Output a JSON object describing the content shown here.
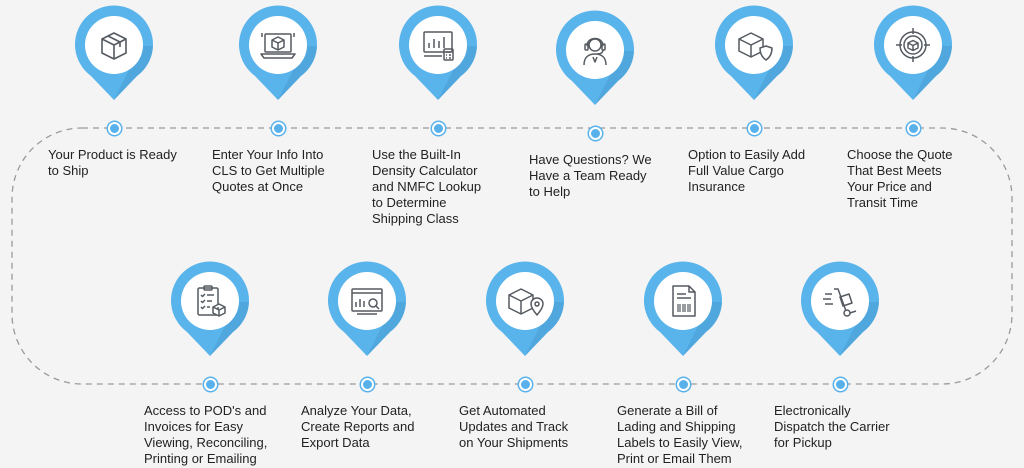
{
  "colors": {
    "accent": "#5ab4ec",
    "accent_dark": "#3d8fc6",
    "dotted_line": "#9a9a9a",
    "text": "#222222",
    "background": "#f4f4f4"
  },
  "steps": [
    {
      "icon": "box-icon",
      "text": "Your Product is Ready\nto Ship"
    },
    {
      "icon": "laptop-box-icon",
      "text": "Enter Your Info Into\nCLS to Get Multiple\nQuotes at Once"
    },
    {
      "icon": "calculator-screen-icon",
      "text": "Use the Built-In\nDensity Calculator\nand NMFC Lookup\nto Determine\nShipping Class"
    },
    {
      "icon": "support-agent-icon",
      "text": "Have Questions? We\nHave a Team Ready\nto Help"
    },
    {
      "icon": "box-shield-icon",
      "text": "Option to Easily Add\nFull Value Cargo\nInsurance"
    },
    {
      "icon": "target-box-icon",
      "text": "Choose the Quote\nThat Best Meets\nYour Price and\nTransit Time"
    },
    {
      "icon": "clipboard-box-icon",
      "text": "Access to POD's and\nInvoices for Easy\nViewing, Reconciling,\nPrinting or Emailing"
    },
    {
      "icon": "analytics-screen-icon",
      "text": "Analyze Your Data,\nCreate Reports and\nExport Data"
    },
    {
      "icon": "box-location-icon",
      "text": "Get Automated\nUpdates and Track\non Your Shipments"
    },
    {
      "icon": "barcode-document-icon",
      "text": "Generate a Bill of\nLading and Shipping\nLabels to Easily View,\nPrint or Email Them"
    },
    {
      "icon": "hand-truck-icon",
      "text": "Electronically\nDispatch the Carrier\nfor Pickup"
    }
  ]
}
